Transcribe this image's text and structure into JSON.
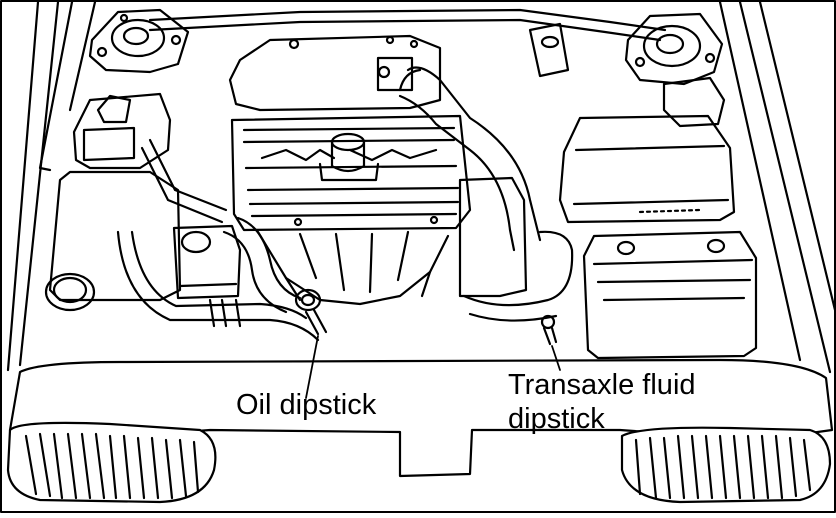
{
  "callouts": {
    "oil_dipstick": "Oil dipstick",
    "transaxle_line1": "Transaxle fluid",
    "transaxle_line2": "dipstick"
  },
  "colors": {
    "ink": "#000000",
    "paper": "#ffffff",
    "shade": "#d8d8d8"
  }
}
